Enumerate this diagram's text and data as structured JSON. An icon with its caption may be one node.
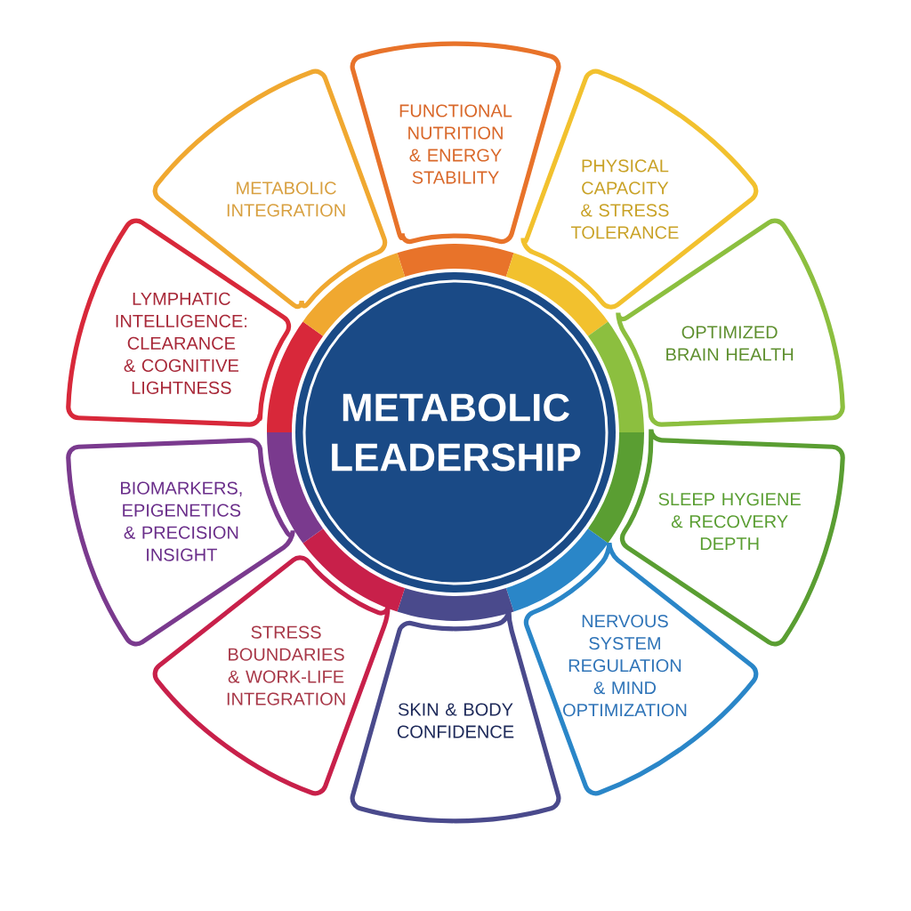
{
  "diagram": {
    "nodes": [
      {
        "text": [
          "METABOLIC LEADERSHIP"
        ]
      },
      {
        "text": [
          "FUNCTIONAL NUTRITION & ENERGY STABILITY"
        ]
      },
      {
        "text": [
          "PHYSICAL CAPACITY & STRESS TOLERANCE"
        ]
      },
      {
        "text": [
          "OPTIMIZED BRAIN HEALTH"
        ]
      },
      {
        "text": [
          "SLEEP HYGIENE & RECOVERY DEPTH"
        ]
      },
      {
        "text": [
          "NERVOUS SYSTEM REGULATION & MIND OPTIMIZATION"
        ]
      },
      {
        "text": [
          "SKIN & BODY CONFIDENCE"
        ]
      },
      {
        "text": [
          "STRESS BOUNDARIES & WORK-LIFE INTEGRATION"
        ]
      },
      {
        "text": [
          "BIOMARKERS, EPIGENETICS & PRECISION INSIGHT"
        ]
      },
      {
        "text": [
          "LYMPHATIC INTELLIGENCE: CLEARANCE & COGNITIVE LIGHTNESS"
        ]
      },
      {
        "text": [
          "METABOLIC INTEGRATION"
        ]
      }
    ]
  }
}
